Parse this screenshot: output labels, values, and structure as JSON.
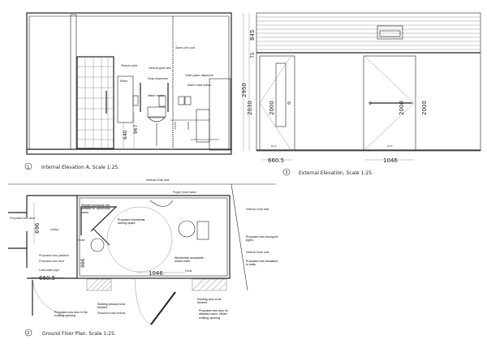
{
  "elevation_a": {
    "number": "1",
    "caption": "Internal Elevation A, Scale 1:25.",
    "labels": {
      "shaver_point": "Shaver point",
      "mirror": "Mirror",
      "vertical_grab_rails": "Vertical grab rails",
      "soap_dispenser": "Soap dispenser",
      "water_heater": "Water heater",
      "alarm_pull_cord": "Alarm pull cord",
      "toilet_paper_dispenser": "Toilet paper dispenser",
      "alarm_reset_button": "Alarm reset button"
    },
    "dims": {
      "mirror_height": "640",
      "rail_height": "967"
    }
  },
  "elevation_ext": {
    "number": "3",
    "caption": "External Elevation, Scale 1:25.",
    "dims": {
      "cladding": "845",
      "fascia": "75",
      "total": "2950",
      "opening": "2030",
      "door_left": "2000",
      "door_right": "2000",
      "side_right": "2000",
      "width_left": "660.5",
      "width_right": "1046"
    },
    "door_tags": {
      "left": "D1.01",
      "right": "D1.02"
    }
  },
  "plan": {
    "number": "2",
    "caption": "Ground Floor Plan. Scale 1:25.",
    "labels": {
      "vertical_grab_rails_top": "Vertical Grab rails",
      "finger_rinse_basin": "Finger rinse basin",
      "vertical_grab_rails_right": "Vertical Grab rails",
      "shower_enclosure": "Shower enclosure not suitable for wheelchair users.",
      "proposed_new_door_top": "Proposed new door",
      "lobby": "Lobby",
      "turning_space": "Proposed wheelchair turning space",
      "boxing": "Proposed new boxing for pipes.",
      "hook_left": "Hook",
      "vertical_grab_rails_mid": "Vertical Grab rails",
      "new_partition": "Proposed new partition",
      "new_door": "Proposed new door",
      "unisex_toilet": "Wheelchair accessible unisex toilet",
      "insulation": "Proposed new insulation to walls.",
      "cold_water_pipe": "Cold water pipe",
      "hook_right": "Hook",
      "window_bricked": "Existing window to be bricked.",
      "passivent": "Passivent wall extract",
      "door_bricked": "Existing door to be bricked.",
      "door_existing_opening": "Proposed new door in the existing opening",
      "door_disabled": "Proposed new door for disabled users. Widen existing opening."
    },
    "dims": {
      "lobby_width": "696",
      "door_width": "986",
      "left": "660.5",
      "right": "1046"
    }
  }
}
